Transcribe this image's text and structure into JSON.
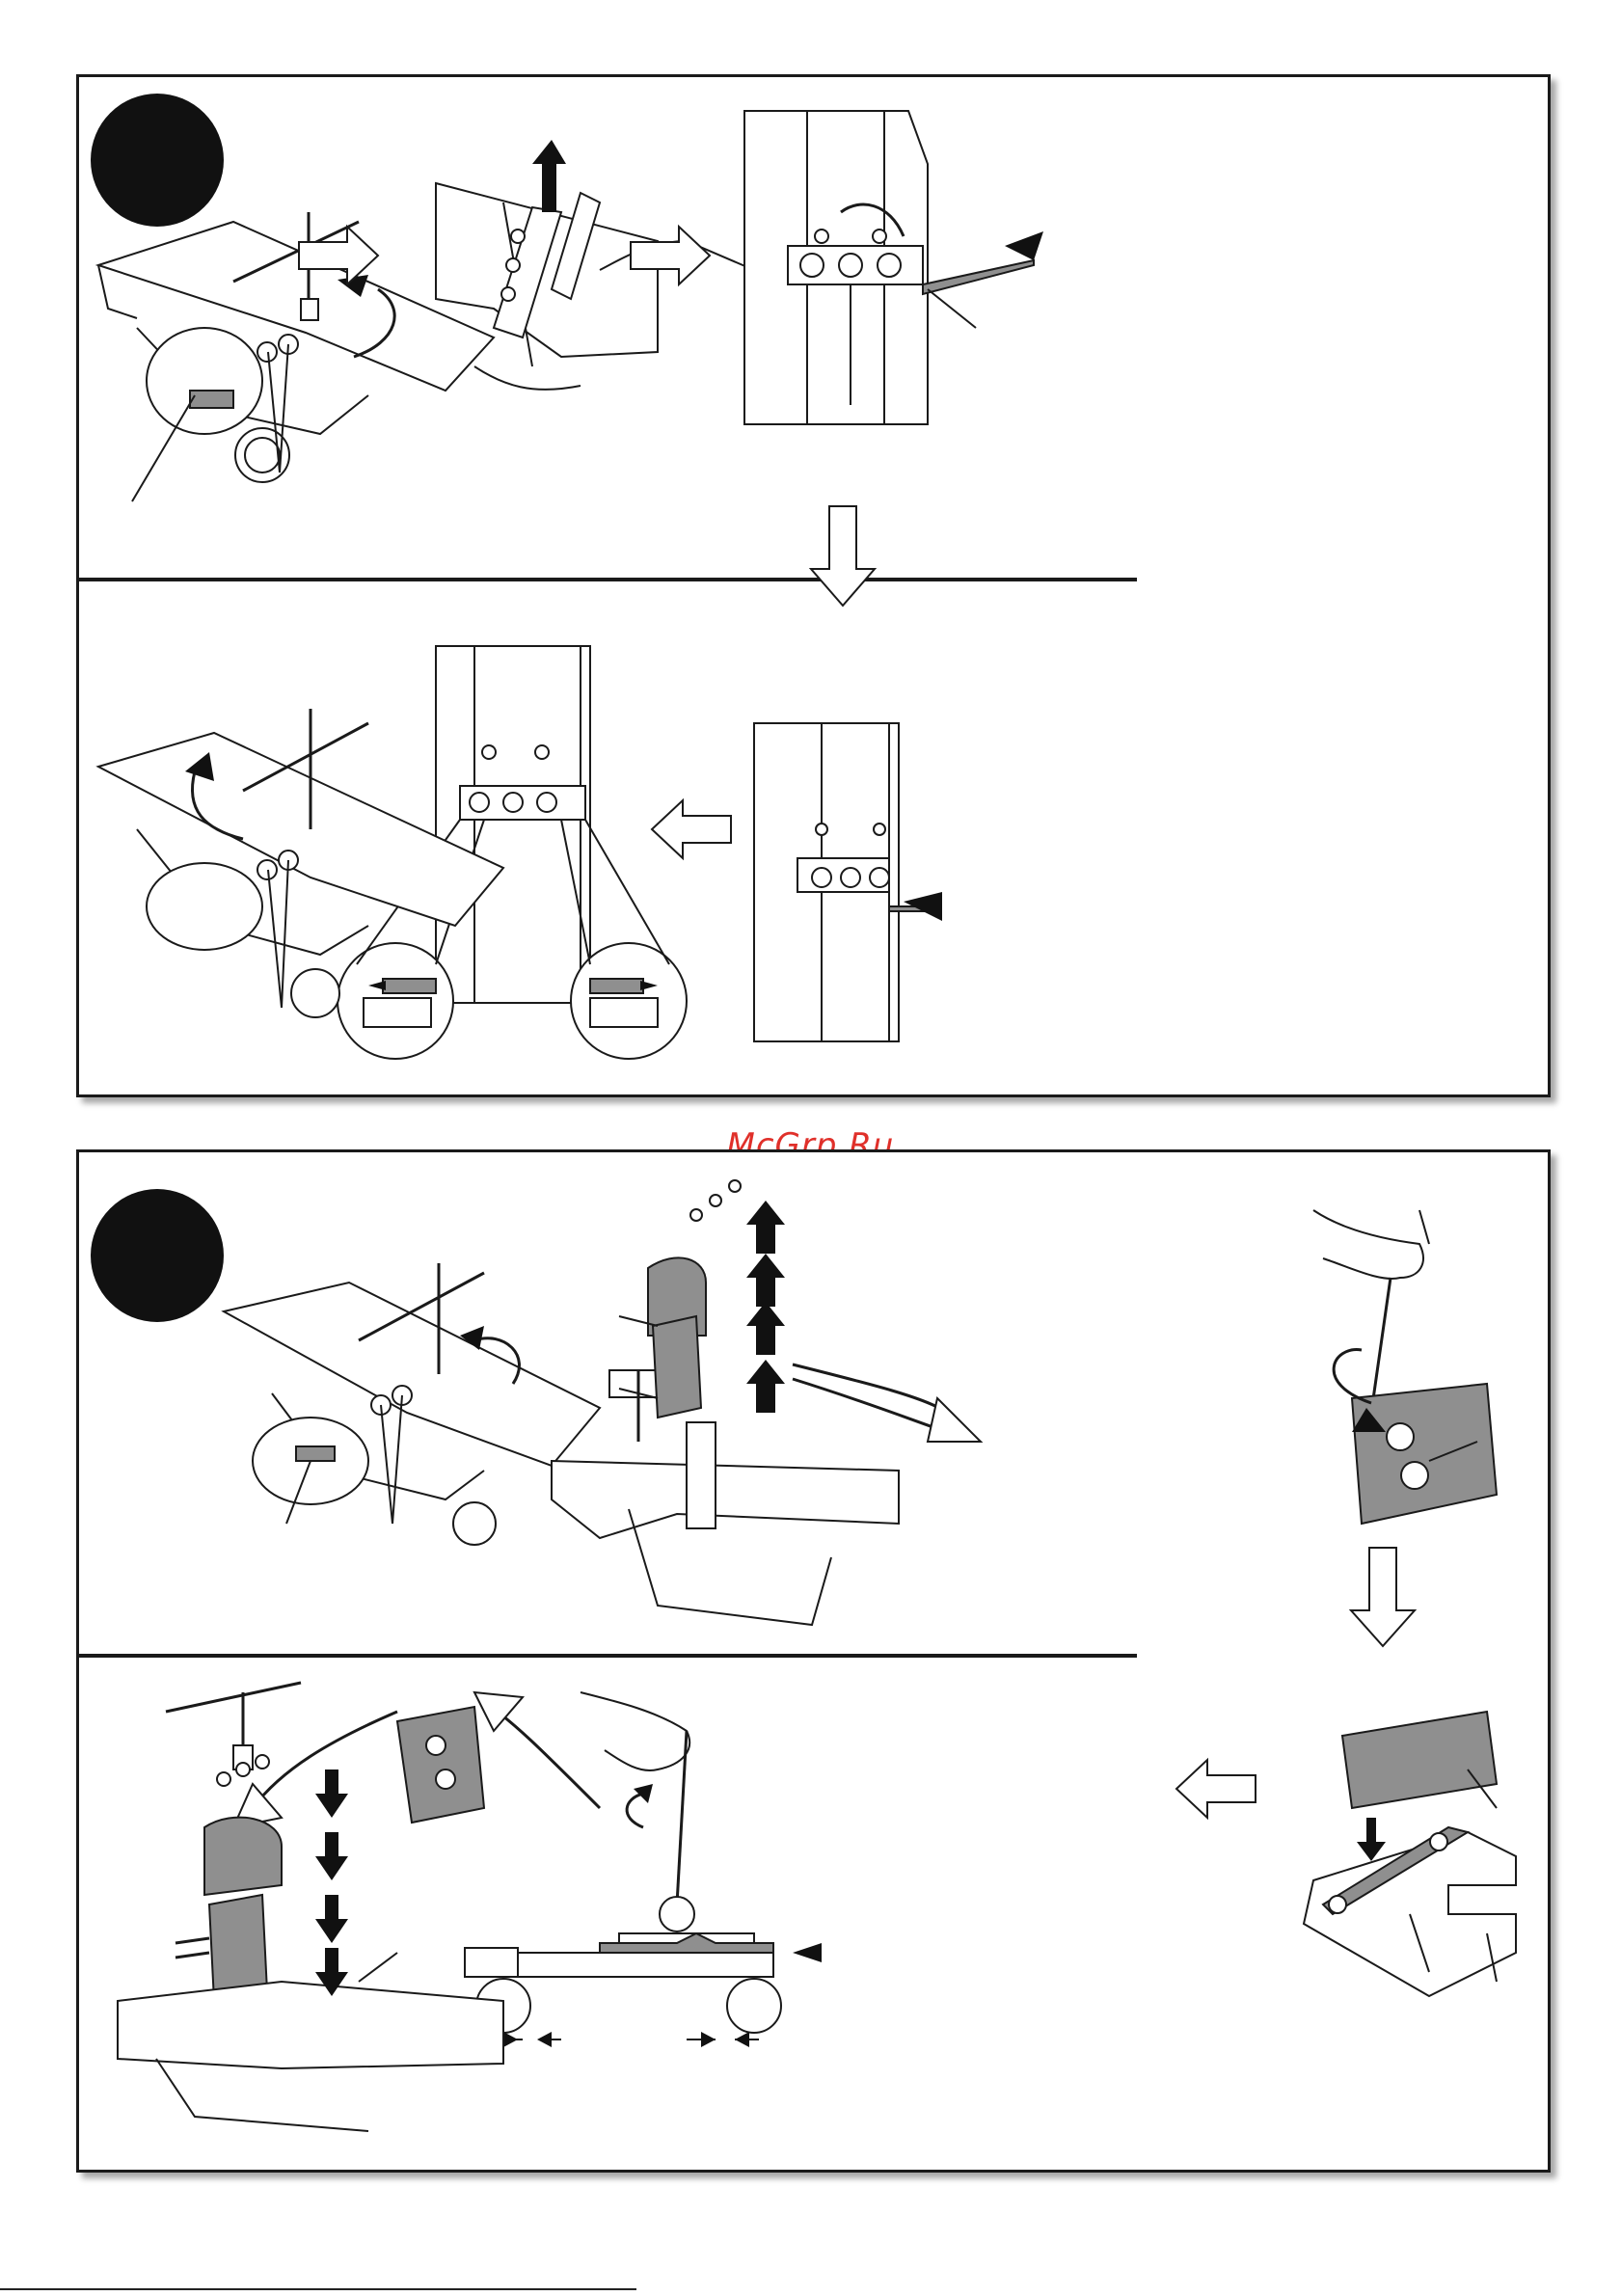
{
  "watermark": {
    "text": "McGrp.Ru"
  },
  "icons": {
    "hollow_arrow": "hollow-right-arrow",
    "solid_arrow": "solid-arrow",
    "rotate_arrow": "curved-rotate-arrow",
    "wrench": "t-wrench"
  },
  "colors": {
    "ink": "#1a1a1a",
    "blade_gray": "#8f8f8f",
    "watermark": "#e0302a"
  }
}
